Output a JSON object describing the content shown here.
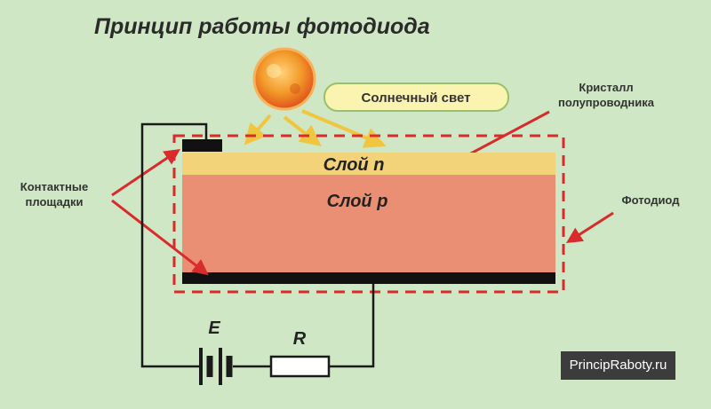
{
  "title": "Принцип работы фотодиода",
  "labels": {
    "sunlight": "Солнечный свет",
    "crystal_line1": "Кристалл",
    "crystal_line2": "полупроводника",
    "layer_n": "Слой n",
    "layer_p": "Слой p",
    "contacts_line1": "Контактные",
    "contacts_line2": "площадки",
    "photodiode": "Фотодиод",
    "battery": "E",
    "resistor": "R"
  },
  "watermark": "PrincipRaboty.ru",
  "colors": {
    "background": "#cfe7c4",
    "layer_n": "#f2d37a",
    "layer_p": "#ea8f74",
    "arrow_red": "#d92b2b",
    "arrow_yellow": "#f0c640",
    "outline_dashed": "#d92b2b",
    "wire": "#1a1a1a",
    "sun": "#f08a1c",
    "sunlight_pill": "#fbf3b0"
  }
}
